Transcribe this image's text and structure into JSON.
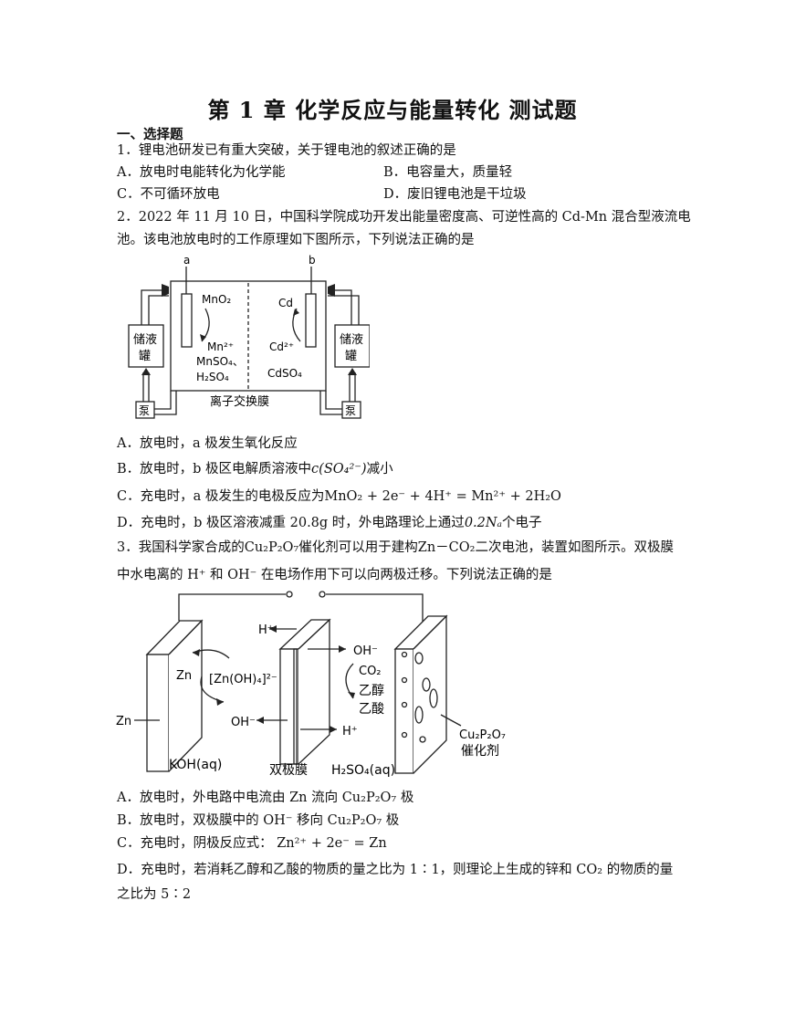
{
  "title": "第 1 章  化学反应与能量转化  测试题",
  "section": "一、选择题",
  "q1": {
    "stem": "1．锂电池研发已有重大突破，关于锂电池的叙述正确的是",
    "A": "A．放电时电能转化为化学能",
    "B": "B．电容量大，质量轻",
    "C": "C．不可循环放电",
    "D": "D．废旧锂电池是干垃圾"
  },
  "q2": {
    "stem1": "2．2022 年 11 月 10 日，中国科学院成功开发出能量密度高、可逆性高的 Cd-Mn 混合型液流电",
    "stem2": "池。该电池放电时的工作原理如下图所示，下列说法正确的是",
    "fig": {
      "a": "a",
      "b": "b",
      "mno2": "MnO₂",
      "cd": "Cd",
      "mn2": "Mn²⁺",
      "cd2": "Cd²⁺",
      "mnso4": "MnSO₄、",
      "h2so4": "H₂SO₄",
      "cdso4": "CdSO₄",
      "tank1": "储液",
      "tank2": "罐",
      "pump": "泵",
      "membrane": "离子交换膜"
    },
    "A": "A．放电时，a 极发生氧化反应",
    "B_pre": "B．放电时，b 极区电解质溶液中",
    "B_formula": "c(SO₄²⁻)",
    "B_post": "减小",
    "C_pre": "C．充电时，a 极发生的电极反应为",
    "C_formula": "MnO₂ + 2e⁻ + 4H⁺ = Mn²⁺ + 2H₂O",
    "D_pre": "D．充电时，b 极区溶液减重 20.8g 时，外电路理论上通过",
    "D_formula": "0.2Nₐ",
    "D_post": "个电子"
  },
  "q3": {
    "stem1_pre": "3．我国科学家合成的",
    "cat": "Cu₂P₂O₇",
    "stem1_mid": "催化剂可以用于建构",
    "cell": "Zn－CO₂",
    "stem1_post": "二次电池，装置如图所示。双极膜",
    "stem2": "中水电离的 H⁺ 和 OH⁻ 在电场作用下可以向两极迁移。下列说法正确的是",
    "fig": {
      "zn": "Zn",
      "zn_left": "Zn",
      "zincate": "[Zn(OH)₄]²⁻",
      "oh_left": "OH⁻",
      "h_top": "H⁺",
      "oh_right": "OH⁻",
      "co2": "CO₂",
      "ethanol": "乙醇",
      "acetic": "乙酸",
      "h_bottom": "H⁺",
      "koh": "KOH(aq)",
      "bipolar": "双极膜",
      "h2so4": "H₂SO₄(aq)",
      "cat_formula": "Cu₂P₂O₇",
      "cat_label": "催化剂"
    },
    "A": "A．放电时，外电路中电流由 Zn 流向 Cu₂P₂O₇ 极",
    "B": "B．放电时，双极膜中的 OH⁻ 移向 Cu₂P₂O₇ 极",
    "C": "C．充电时，阴极反应式：  Zn²⁺ + 2e⁻ = Zn",
    "D1": "D．充电时，若消耗乙醇和乙酸的物质的量之比为 1∶1，则理论上生成的锌和 CO₂ 的物质的量",
    "D2": "之比为 5∶2"
  }
}
